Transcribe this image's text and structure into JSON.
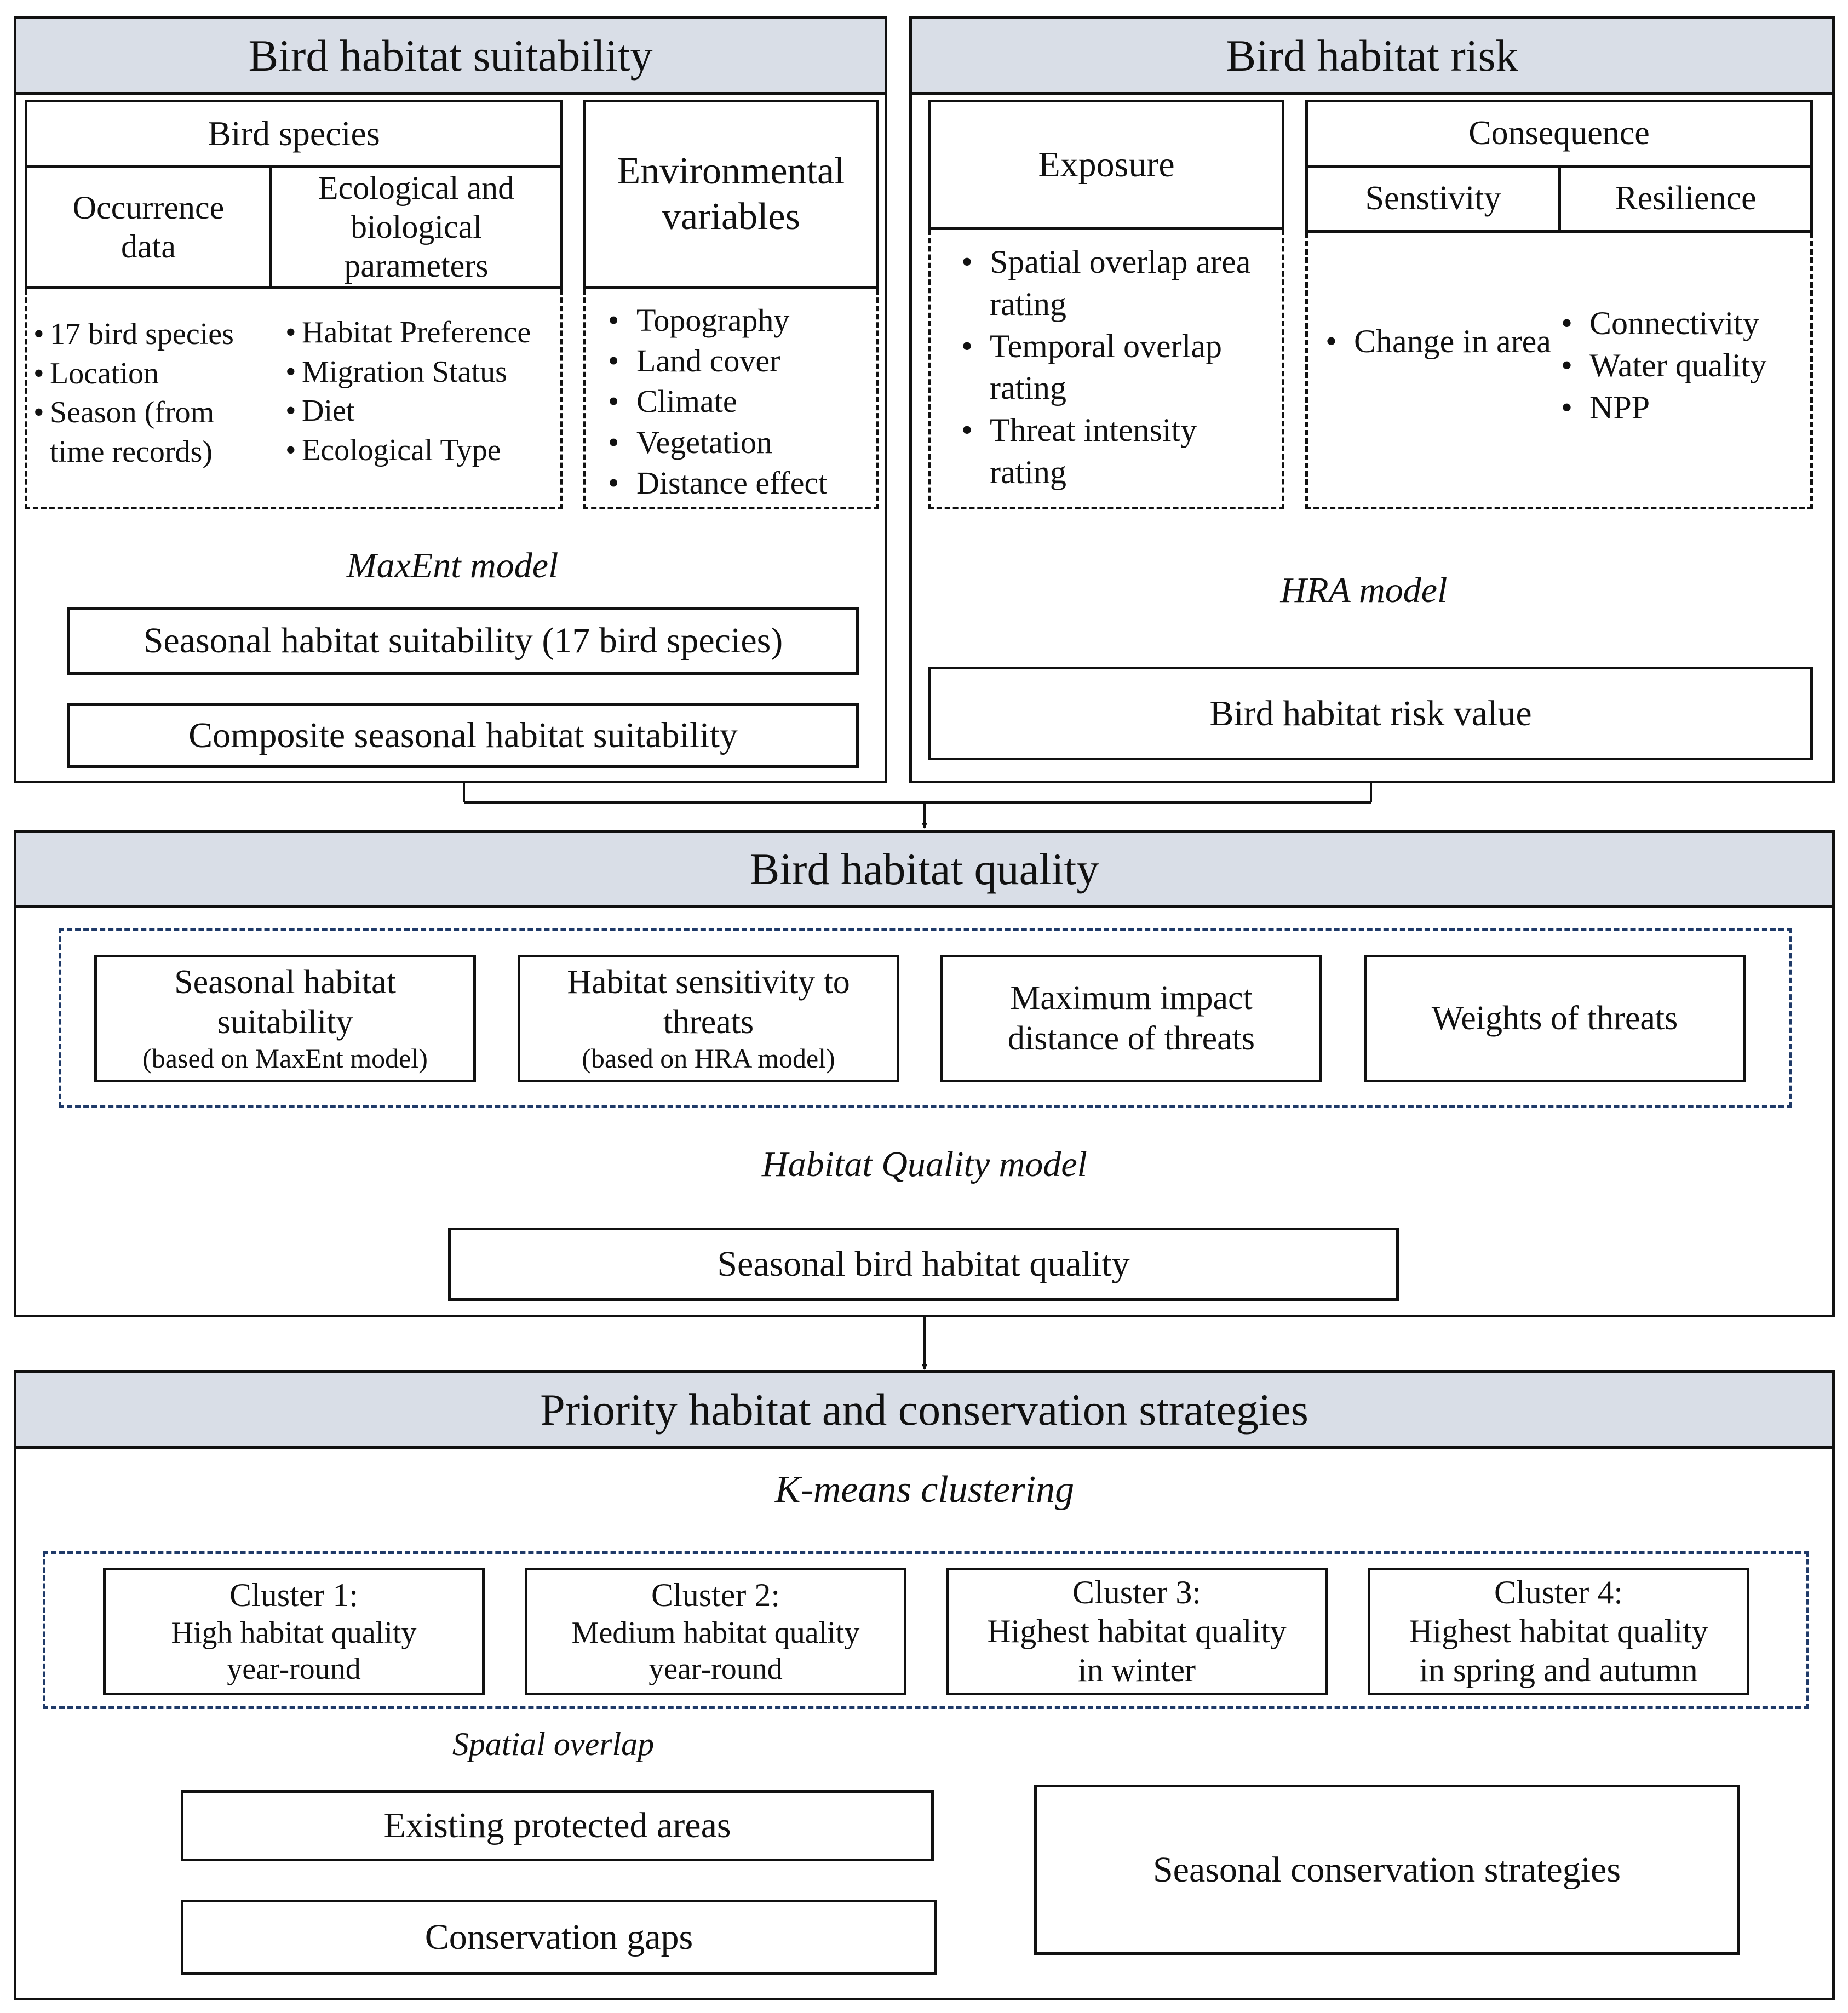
{
  "suitability": {
    "title": "Bird habitat suitability",
    "bird_species": "Bird species",
    "occurrence": "Occurrence data",
    "ecological": "Ecological and biological parameters",
    "environmental": "Environmental variables",
    "occurrence_items": [
      "17 bird species",
      "Location",
      "Season (from time records)"
    ],
    "ecological_items": [
      "Habitat Preference",
      "Migration Status",
      "Diet",
      "Ecological Type"
    ],
    "environmental_items": [
      "Topography",
      "Land cover",
      "Climate",
      "Vegetation",
      "Distance effect"
    ],
    "model": "MaxEnt model",
    "seasonal": "Seasonal habitat suitability (17 bird species)",
    "composite": "Composite seasonal habitat suitability"
  },
  "risk": {
    "title": "Bird habitat risk",
    "exposure": "Exposure",
    "consequence": "Consequence",
    "sensitivity": "Senstivity",
    "resilience": "Resilience",
    "exposure_items": [
      "Spatial overlap area rating",
      "Temporal overlap rating",
      "Threat intensity rating"
    ],
    "sensitivity_items": [
      "Change in area"
    ],
    "resilience_items": [
      "Connectivity",
      "Water quality",
      "NPP"
    ],
    "model": "HRA model",
    "value": "Bird habitat risk value"
  },
  "quality": {
    "title": "Bird habitat quality",
    "inputs": [
      {
        "main": "Seasonal habitat suitability",
        "note": "(based on MaxEnt model)"
      },
      {
        "main": "Habitat sensitivity to threats",
        "note": "(based on HRA model)"
      },
      {
        "main": "Maximum impact distance of threats",
        "note": ""
      },
      {
        "main": "Weights of threats",
        "note": ""
      }
    ],
    "model": "Habitat Quality model",
    "output": "Seasonal bird habitat quality"
  },
  "priority": {
    "title": "Priority habitat and conservation strategies",
    "method": "K-means clustering",
    "clusters": [
      {
        "name": "Cluster 1:",
        "line1": "High habitat quality",
        "line2": "year-round"
      },
      {
        "name": "Cluster 2:",
        "line1": "Medium habitat quality",
        "line2": "year-round"
      },
      {
        "name": "Cluster 3:",
        "line1": "Highest habitat quality",
        "line2": "in winter"
      },
      {
        "name": "Cluster 4:",
        "line1": "Highest habitat quality",
        "line2": "in spring and autumn"
      }
    ],
    "overlap": "Spatial overlap",
    "protected": "Existing protected areas",
    "gaps": "Conservation gaps",
    "strategies": "Seasonal conservation strategies"
  }
}
